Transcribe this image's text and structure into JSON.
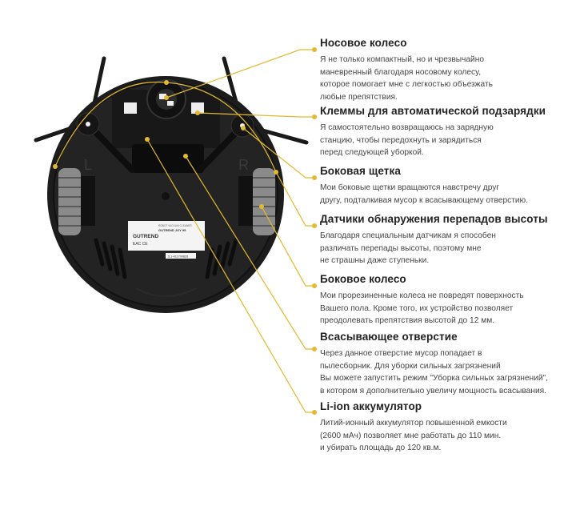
{
  "colors": {
    "accent": "#e2b92f",
    "body": "#1c1c1c",
    "text": "#2b2b2b"
  },
  "robot": {
    "brand": "GUTREND",
    "sticker_title": "ROBOT VACUUM CLEANER",
    "model": "GUTREND JOY 95",
    "serial": "5.1-411700826",
    "marks": "EAC CE",
    "side_left": "L",
    "side_right": "R"
  },
  "features": [
    {
      "title": "Носовое колесо",
      "lines": [
        "Я не только компактный, но и чрезвычайно",
        "маневренный благодаря носовому колесу,",
        "которое помогает мне с легкостью объезжать",
        "любые препятствия."
      ]
    },
    {
      "title": "Клеммы для автоматической подзарядки",
      "lines": [
        "Я самостоятельно возвращаюсь на зарядную",
        "станцию, чтобы передохнуть и зарядиться",
        "перед следующей уборкой."
      ]
    },
    {
      "title": "Боковая щетка",
      "lines": [
        "Мои боковые щетки вращаются навстречу друг",
        "другу, подталкивая мусор к всасывающему отверстию."
      ]
    },
    {
      "title": "Датчики обнаружения перепадов высоты",
      "lines": [
        "Благодаря специальным датчикам я способен",
        "различать перепады высоты, поэтому мне",
        "не страшны даже ступеньки."
      ]
    },
    {
      "title": "Боковое колесо",
      "lines": [
        "Мои прорезиненные колеса не повредят поверхность",
        "Вашего пола. Кроме того, их устройство позволяет",
        "преодолевать препятствия высотой до 12 мм."
      ]
    },
    {
      "title": "Всасывающее отверстие",
      "lines": [
        "Через данное отверстие мусор попадает в",
        "пылесборник. Для уборки сильных загрязнений",
        "Вы можете запустить режим \"Уборка сильных загрязнений\",",
        "в котором я дополнительно увеличу мощность всасывания."
      ]
    },
    {
      "title": "Li-ion аккумулятор",
      "lines": [
        "Литий-ионный аккумулятор повышенной емкости",
        "(2600 мАч) позволяет мне работать до 110 мин.",
        "и убирать площадь до 120 кв.м."
      ]
    }
  ]
}
